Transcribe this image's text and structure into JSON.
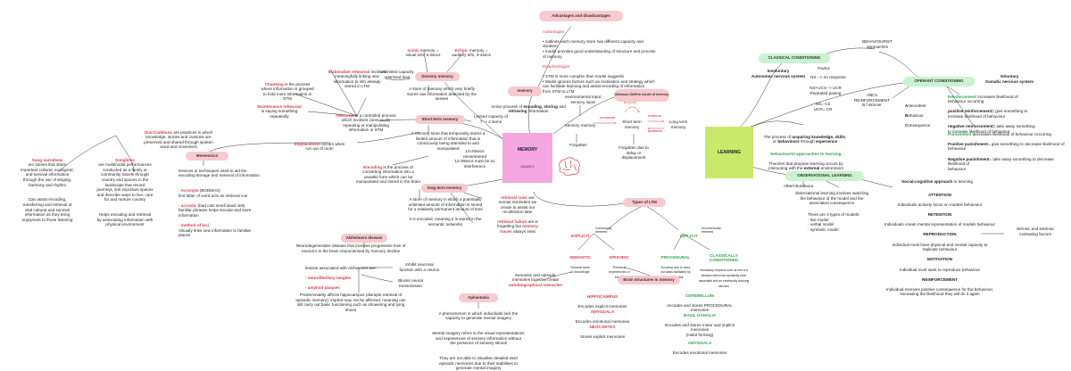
{
  "colors": {
    "pink": "#f8c9cf",
    "green": "#c9f2cf",
    "red": "#e03c4a",
    "memory_box": "#f3a6e0",
    "learning_box": "#c8e96a",
    "accent_green": "#2fa84f"
  },
  "center": {
    "memory": "MEMORY",
    "memory_sub": "U3 AOS 2",
    "learning": "LEARNING",
    "brain_icon": "brain-icon"
  },
  "nodes": {
    "adv_title": "Advantages and disadvantages",
    "adv_label": "Advantages",
    "adv_items": "• outlines each memory store has different capacity and\n  duration\n• model provides good understanding of structure and process\n  of memory",
    "dis_label": "Disadvantages",
    "dis_items": "• STM is more complex than model suggests\n• Model ignores factors such as motivation and strategy which\n  can facilitate learning and assist encoding of information\n  from STM to LTM",
    "memory_title": "memory",
    "memory_def_a": "Active process of ",
    "memory_def_b": "encoding, storing",
    "memory_def_c": " and ",
    "memory_def_d": "retrieving",
    "memory_def_e": " information",
    "sensory_title": "Sensory memory",
    "iconic_a": "Iconic",
    "iconic_b": " memory =\nvisual info, 0.3secs",
    "echoic_a": "Echoic",
    "echoic_b": " memory =\nauditory info, 3-4secs",
    "unlimited": "Unlimited capacity\nrestricted time",
    "sensory_desc": "A store of memory which very briefly\nstores raw information detected by the\nsenses",
    "elab_a": "Elaborative rehearsal",
    "elab_b": " involves\nmeaningfully linking new\ninformation to info already\nstored in LTM",
    "chunk_a": "Chunking",
    "chunk_b": " is the process\nwhere information is grouped\nto hold more information in\nSTM",
    "maint_a": "Maintenance rehearsal",
    "maint_b": "\nis saying something\nrepeatedly",
    "rehearsal_a": "rehearsal",
    "rehearsal_b": " is a controlled process\nwhich involves consciously\nrepeating or manipulating\ninformation in STM",
    "stm_title": "Short-term memory",
    "stm_cap": "Limited capacity of\n7 -+ 2 items",
    "stm_desc": "A memory store that temporarily stores a\nlimited amount of information that is\nconsciously being attended to and\nmanipulated",
    "stm_time": "10-20secs\nremembered\n12-30secs must be no\ninterference",
    "displacement_a": "displacement",
    "displacement_b": " occurs when\nrun out of room",
    "encoding_a": "Encoding",
    "encoding_b": " is the process of\nconverting information into a\nuseable form which can be\nmanipulated and stored in the brain",
    "ltm_title": "long-term memory",
    "ltm_desc": "A store of memory in which a potentially\nunlimited amount of information is stored\nfor a relatively permanent amount of time",
    "ltm_encoded": "It is encoded, meaning it is stored in the\nsemantic networks",
    "retrieval_a": "retrieval cues",
    "retrieval_b": " are\nmental reminders we\ncreate to assist our\nrecollection later",
    "failure_a": "retrieval failure",
    "failure_b": " are is\nforgetting but ",
    "failure_c": "memory\ntraces",
    "failure_d": " always exist",
    "oral_a": "Oral traditions",
    "oral_b": " are practices in which\nknowledge, stories and customs are\npreserved and shared through spoken\nword and movement",
    "sung_a": "Sung narratives",
    "sung_b": "\nare stories that share\nimportant cultural, ecological,\nand survival information\nthrough the use of singing,\nharmony and rhythm",
    "sung_c": "Can assist encoding,\ntransferring and retrieval of\nvital cultural and survival\ninformation as they bring\nenjoyment to those listening",
    "song_a": "Songlines",
    "song_b": "\nare multimodal performances\nconducted as a family or\ncommunity travels through\ncountry and spaces in the\nlandscape that record\njourneys, link important spaces\nand describe ways to live, care\nfor and nurture country",
    "song_c": "Helps encoding and retrieval\nby associating information with\nphysical environment",
    "mnemo_title": "Mnemonics",
    "mnemo_desc": "Devices or techniques used to aid the\nencoding storage and retrieval of information",
    "acronym_a": "- Acronym",
    "acronym_b": " (BODMAS)\nfirst letter of word acts as retrieval cue",
    "acrostic_a": "- acrostic",
    "acrostic_b": " (bad cats smell dead rats)\nfamiliar phrases helps encode and store\ninformation",
    "loci_a": "- method of loci",
    "loci_b": "\nVisually links new information to familiar\nplaces",
    "atk_model_title": "Atkinson-Shiffrin model of\nmemory",
    "env_input": "environmental input\nsensory input",
    "sm_label": "Sensory memory",
    "stm_label": "Short term\nmemory",
    "ltm_label": "Long term\nmemory",
    "attention": "ATTENTION",
    "rehearsal_small": "Rehearsal",
    "storage": "STORAGE",
    "retrieval_small": "RETRIEVAL",
    "forgotten": "Forgotten",
    "forgotten_due": "Forgotten due to\ndelay or\ndisplacement",
    "types_ltm_title": "Types of LTM",
    "explicit": "EXPLICIT",
    "explicit_sub": "Consciously\nretrieved",
    "implicit": "IMPLICIT",
    "implicit_sub": "Unconsciously\nretrieved",
    "semantic": "SEMANTIC",
    "semantic_sub": "General facts\nor knowledge",
    "episodic": "EPISODIC",
    "episodic_sub": "Personal\nexperiences or\nevents",
    "procedural": "PROCEDURAL",
    "procedural_sub": "Knowing how to carry\nout tasks facilitated by\nmotor skills",
    "classical": "CLASSICALLY\nCONDITIONED",
    "classical_sub": "Involuntary response such as fear to a\nstimulus which has repeatedly been\nassociated with an emotionally arousing\nstimulus",
    "alz_title": "Alzheimers disease",
    "alz_desc": "Neurodegenerative disease that involves progressive loss of\nneuron's in the brain characterised by memory decline",
    "lesions": "lesions associated with Alzheimers are:",
    "tangles": "- neurofibrillary tangles",
    "plaques": "- amyloid plaques",
    "inhibit": "Inhibit neuronal\nfunction with a neuron",
    "blocks": "Blocks neural\ntransmission",
    "alz_affects": "Predominately affects hippocampus (disrupts retrieval of\nepisodic memory); implicit may not be affected, meaning can\nstill carry out basic functioning such as showering and tying\nshoes",
    "aph_title": "Aphantasia",
    "aph_desc1": "A phenomenon in which individuals lack the\ncapacity to generate mental imagery",
    "aph_desc2": "Mental imagery refers to the visual representations\nand experiences of sensory information without\nthe presence of sensory stimuli",
    "aph_desc3": "They are not able to visualise detailed vivid\nepisodic memories due to their inabilities to\ngenerate mental imagery",
    "auto_a": "Semantic and episodic\nmemories together create\n",
    "auto_b": "autobiographical memories",
    "brain_struct_title": "Brain structures in memory",
    "hippo": "HIPPOCAMPUS",
    "hippo_sub": "Encodes explicit memories",
    "amyg": "AMYGDALA",
    "amyg_sub": "Encodes emotional memories",
    "neo": "NEOCORTEX",
    "neo_sub": "Stores explicit memories",
    "cereb": "CEREBELLUM",
    "cereb_sub": "encodes and stores PROCEDURAL\nmemories",
    "basal": "BASIL GANGLIA",
    "basal_sub": "Encodes and stores motor and implicit\nmemories\n(Habit forming)",
    "amyg2": "AMYGDALA",
    "amyg2_sub": "Encodes emotional memories",
    "learn_a": "The process of ",
    "learn_b": "acquiring knowledge, skills",
    "learn_c": ",\nor ",
    "learn_d": "behaviours",
    "learn_e": " through ",
    "learn_f": "experience",
    "behav_head": "behaviourist approaches to learning",
    "behav_desc_a": "Theories that propose learning occurs by\ninteracting with the ",
    "behav_desc_b": "external",
    "behav_desc_c": " environment",
    "behaviourist_title": "BEHAVIOURIST\napproaches",
    "cc_title": "CLASSICAL CONDITIONING",
    "involuntary": "Involuntary\nAutonomic nervous system",
    "pavlov": "Pavlov",
    "ns": "NS --> no response",
    "nsucs": "NS+UCS--> UCR\nRepeated pairing",
    "nscs": "NS= CS\nUCR= CR",
    "oc_title": "OPERANT CONDITIONING",
    "voluntary": "Voluntary\nSomatic nervous system",
    "abcs": "ABCs\nREINFORCEMENT\nB.f skinner",
    "abc_a": "A",
    "abc_a2": "ntecedent",
    "abc_b": "B",
    "abc_b2": "ehaviour",
    "abc_c": "C",
    "abc_c2": "onsequence",
    "reinf_a": "Reinforcement",
    "reinf_b": " increases likelihood of\nbehaviour occurring",
    "pos_reinf_a": "positive reinforcement=",
    "pos_reinf_b": " give something to\nincrease likelihood of behaviour",
    "neg_reinf_a": "negative reinforcement=",
    "neg_reinf_b": " take away something\nto increase likelihood of behaviour",
    "punish_a": "Punishment",
    "punish_b": " decreases likelihood of behaviour occurring",
    "pos_pun_a": "Positive punishment",
    "pos_pun_b": "= give something to decrease likelihood of\nbehaviour",
    "neg_pun_a": "Negative punishment",
    "neg_pun_b": "= take away something to decrease likelihood of\nbehaviour",
    "obs_title": "OBSERVATIONAL LEARNING",
    "social_a": "Social-cognitive approach",
    "social_b": " to learning",
    "bandura": "Albert Bundoora",
    "obs_desc": "observational learning involves watching\nthe behaviour of the model and the\nassociated consequence",
    "models": "There are 3 types of models:\n- live model\n- verbal model\n- symbolic model",
    "att_head": "ATTENTION",
    "att_desc": "Individuals actively focus on models behaviour",
    "ret_head": "RETENTION",
    "ret_desc": "Individuals create mental representation of models behaviour",
    "rep_head": "REPRODUCTION",
    "rep_desc": "Individual must have physical and mental capacity to\nreplicate behaviour",
    "mot_head": "MOTIVATION",
    "mot_desc": "Individual must want to reproduce behaviour",
    "reinf_head": "REINFORCEMENT",
    "reinf_desc": "Individual receives positive consequence for the behaviour,\nincreasing the likelihood they will do it again",
    "intrinsic": "intrinsic and extrinsic\nmotivating factors"
  }
}
